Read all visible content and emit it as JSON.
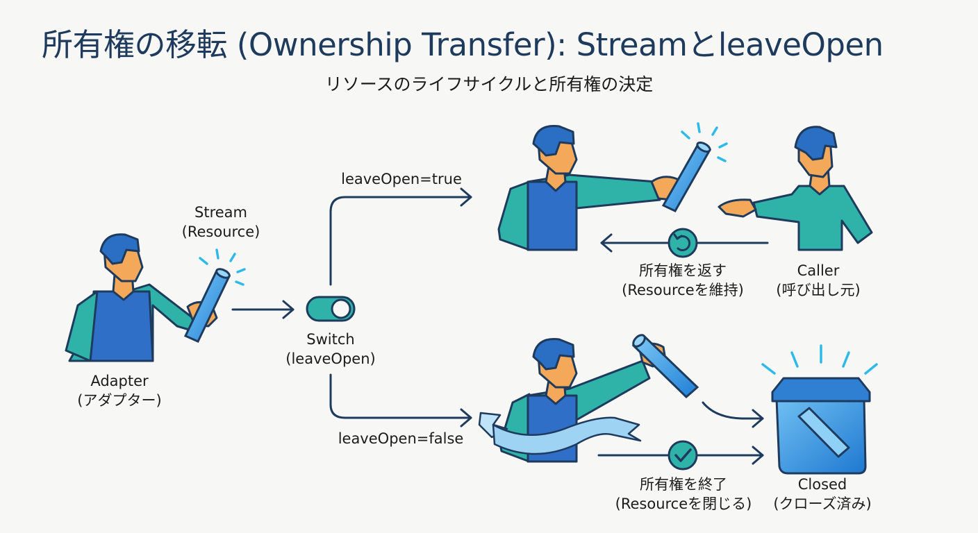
{
  "title": "所有権の移転 (Ownership Transfer): StreamとleaveOpen",
  "subtitle": "リソースのライフサイクルと所有権の決定",
  "labels": {
    "stream": "Stream",
    "stream_sub": "(Resource)",
    "adapter": "Adapter",
    "adapter_sub": "(アダプター)",
    "switch": "Switch",
    "switch_sub": "(leaveOpen)",
    "branch_true": "leaveOpen=true",
    "branch_false": "leaveOpen=false",
    "return_ownership": "所有権を返す",
    "return_ownership_sub": "(Resourceを維持)",
    "caller": "Caller",
    "caller_sub": "(呼び出し元)",
    "end_ownership": "所有権を終了",
    "end_ownership_sub": "(Resourceを閉じる)",
    "closed": "Closed",
    "closed_sub": "(クローズ済み)"
  },
  "colors": {
    "title": "#1e3a5c",
    "line": "#1e3a5c",
    "skin": "#f3a85a",
    "hair": "#2a6fc4",
    "vest": "#2f6fc8",
    "shirt": "#2fb3a8",
    "resource": "#3aa3ea",
    "spark": "#2fb9e8",
    "badge": "#2fb3a8",
    "background": "#f7f8f6"
  },
  "icons": {
    "return_badge": "undo-icon",
    "end_badge": "check-icon",
    "switch": "toggle-icon"
  }
}
